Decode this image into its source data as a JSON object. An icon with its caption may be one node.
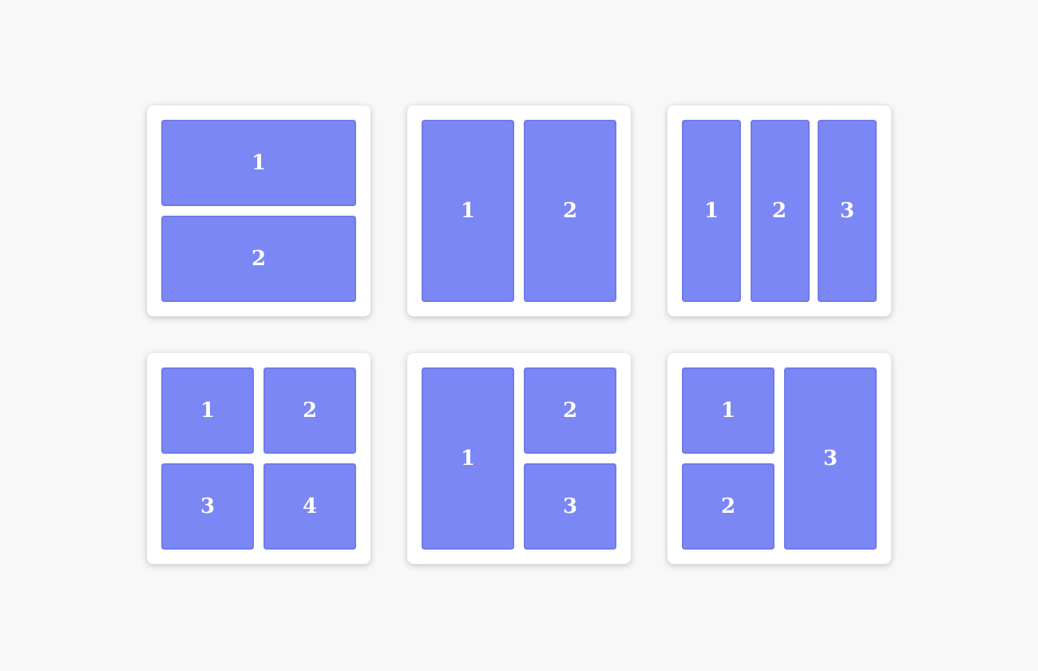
{
  "diagram": {
    "nodes": [
      {
        "text": [],
        "shape": "box"
      },
      {
        "text": [
          "1"
        ],
        "in": 0
      },
      {
        "text": [
          "2"
        ],
        "in": 0
      },
      {
        "text": [],
        "shape": "box"
      },
      {
        "text": [
          "1"
        ],
        "in": 3
      },
      {
        "text": [
          "2"
        ],
        "in": 3
      },
      {
        "text": [],
        "shape": "box"
      },
      {
        "text": [
          "1"
        ],
        "in": 6
      },
      {
        "text": [
          "2"
        ],
        "in": 6
      },
      {
        "text": [
          "3"
        ],
        "in": 6
      },
      {
        "text": [],
        "shape": "box"
      },
      {
        "text": [
          "1"
        ],
        "in": 10
      },
      {
        "text": [
          "2"
        ],
        "in": 10
      },
      {
        "text": [
          "3"
        ],
        "in": 10
      },
      {
        "text": [
          "4"
        ],
        "in": 10
      },
      {
        "text": [],
        "shape": "box"
      },
      {
        "text": [
          "1"
        ],
        "in": 15
      },
      {
        "text": [
          "2"
        ],
        "in": 15
      },
      {
        "text": [
          "3"
        ],
        "in": 15
      },
      {
        "text": [],
        "shape": "box"
      },
      {
        "text": [
          "1"
        ],
        "in": 19
      },
      {
        "text": [
          "2"
        ],
        "in": 19
      },
      {
        "text": [
          "3"
        ],
        "in": 19
      }
    ],
    "edges": []
  }
}
